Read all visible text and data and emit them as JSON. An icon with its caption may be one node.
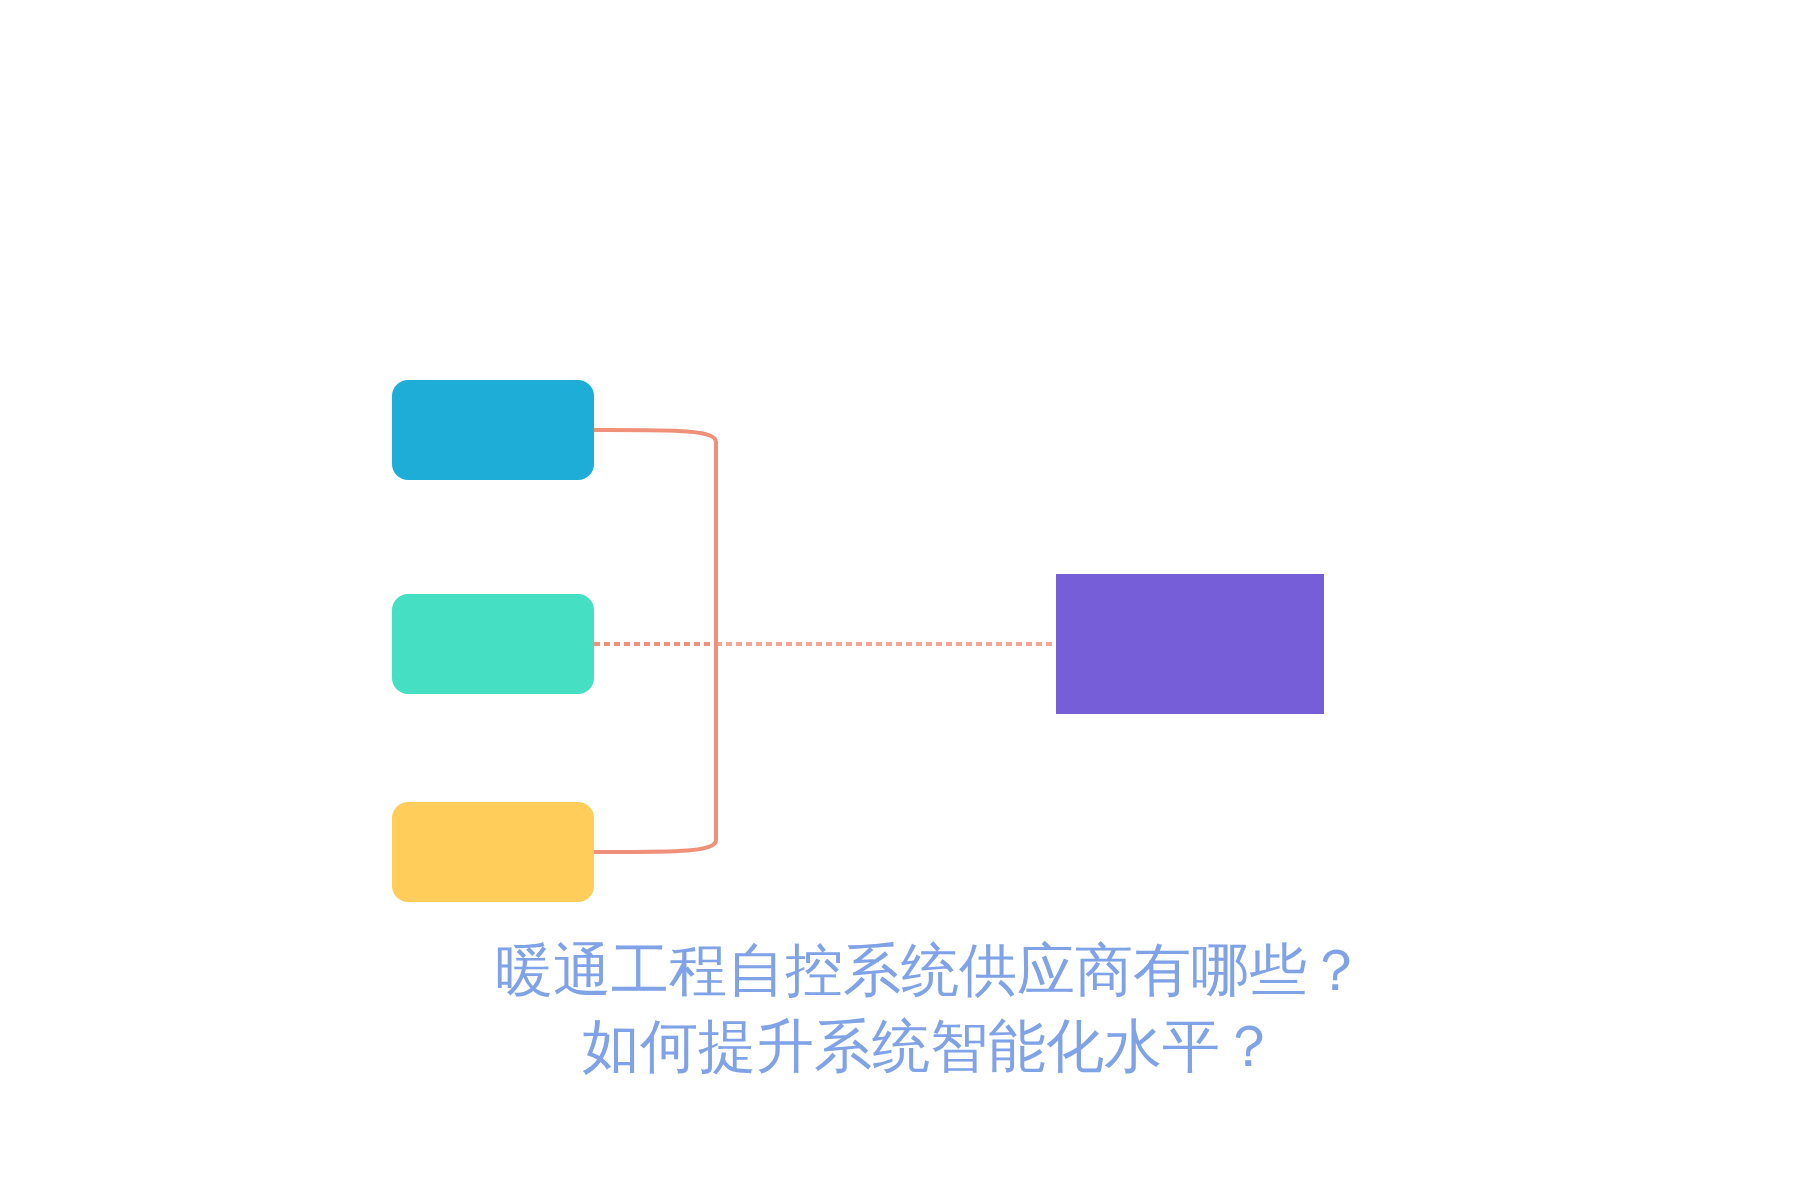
{
  "diagram": {
    "caption": "暖通工程自控系统供应商有哪些？如何提升系统智能化水平？",
    "nodes": [
      {
        "text": [],
        "shape": "box"
      },
      {
        "text": [],
        "shape": "box"
      },
      {
        "text": [],
        "shape": "box"
      },
      {
        "text": [],
        "shape": "box"
      }
    ],
    "edges": [
      {
        "from": 0,
        "to": 3,
        "arrow": "none"
      },
      {
        "from": 1,
        "to": 3,
        "arrow": "none",
        "style": "dashed"
      },
      {
        "from": 2,
        "to": 3,
        "arrow": "none"
      }
    ]
  }
}
